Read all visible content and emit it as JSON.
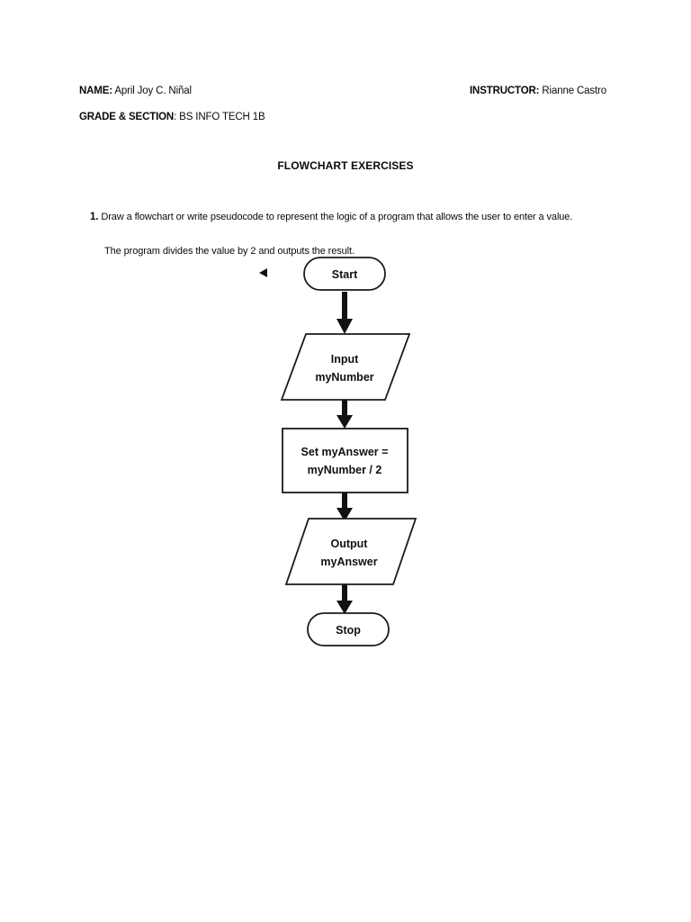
{
  "document": {
    "title": "FLOWCHART EXERCISES",
    "background_color": "#ffffff",
    "ink_color": "#111111"
  },
  "header": {
    "name_label": "NAME:",
    "name_value": "April Joy C. Niñal",
    "instructor_label": "INSTRUCTOR:",
    "instructor_value": "Rianne Castro",
    "grade_label": "GRADE & SECTION",
    "grade_value": ": BS INFO TECH 1B"
  },
  "question": {
    "number": "1.",
    "line1": "Draw a flowchart or write pseudocode to represent the logic of a program that allows the user to enter a value.",
    "line2": "The program divides the value by 2 and outputs the result."
  },
  "flowchart": {
    "marker_icon": "left-triangle-marker",
    "nodes": [
      {
        "id": "start",
        "shape": "terminator",
        "line1": "Start",
        "line2": ""
      },
      {
        "id": "input",
        "shape": "parallelogram",
        "line1": "Input",
        "line2": "myNumber"
      },
      {
        "id": "process",
        "shape": "rectangle",
        "line1": "Set myAnswer =",
        "line2": "myNumber / 2"
      },
      {
        "id": "output",
        "shape": "parallelogram",
        "line1": "Output",
        "line2": "myAnswer"
      },
      {
        "id": "stop",
        "shape": "terminator",
        "line1": "Stop",
        "line2": ""
      }
    ],
    "connectors": [
      {
        "from": "start",
        "to": "input",
        "icon": "down-arrow-icon"
      },
      {
        "from": "input",
        "to": "process",
        "icon": "down-arrow-icon"
      },
      {
        "from": "process",
        "to": "output",
        "icon": "down-arrow-icon"
      },
      {
        "from": "output",
        "to": "stop",
        "icon": "down-arrow-icon"
      }
    ]
  }
}
